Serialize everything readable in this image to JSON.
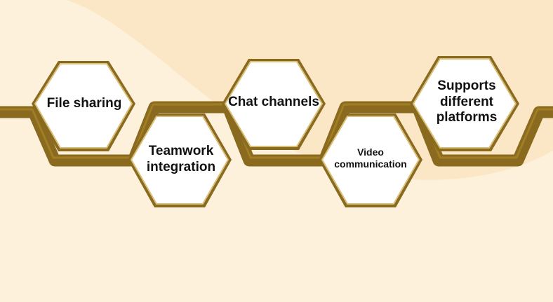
{
  "diagram": {
    "colors": {
      "background": "#fdf1dc",
      "background_wave": "#fbe7c6",
      "band": "#8a6a1e",
      "band_highlight": "#b58c2e",
      "hexagon_fill": "#ffffff",
      "hexagon_border": "#b5943c",
      "text": "#111111"
    },
    "steps": [
      {
        "label": "File sharing"
      },
      {
        "label": "Teamwork integration"
      },
      {
        "label": "Chat channels"
      },
      {
        "label": "Video communication"
      },
      {
        "label": "Supports different platforms"
      }
    ]
  }
}
